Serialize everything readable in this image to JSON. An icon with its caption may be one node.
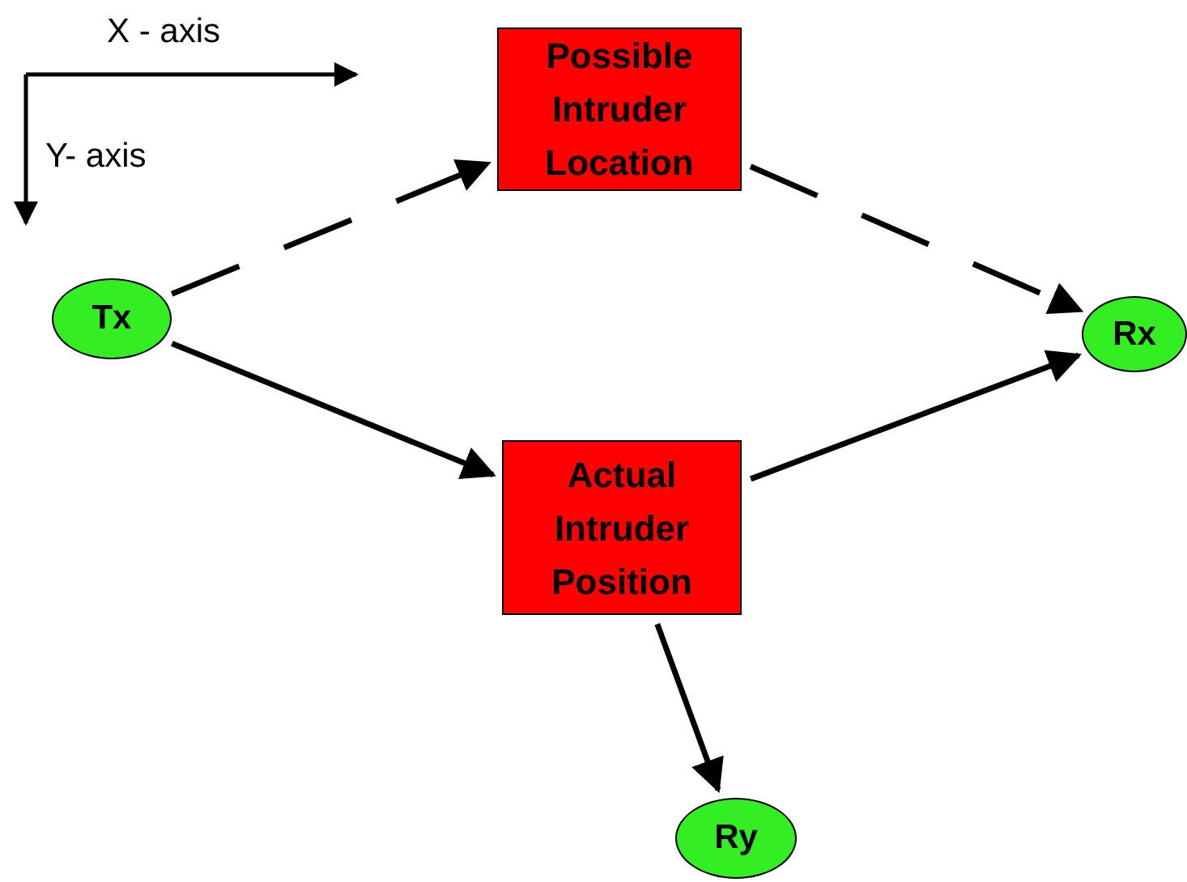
{
  "diagram": {
    "nodes": [
      {
        "text": [
          "Tx"
        ]
      },
      {
        "text": [
          "Possible Intruder Location"
        ]
      },
      {
        "text": [
          "Rx"
        ]
      },
      {
        "text": [
          "Actual Intruder Position"
        ]
      },
      {
        "text": [
          "Ry"
        ]
      }
    ],
    "edges": [
      {
        "from": 0,
        "to": 1,
        "arrow": "to",
        "style": "dashed"
      },
      {
        "from": 1,
        "to": 2,
        "arrow": "to",
        "style": "dashed"
      },
      {
        "from": 0,
        "to": 3,
        "arrow": "to"
      },
      {
        "from": 3,
        "to": 2,
        "arrow": "to"
      },
      {
        "from": 3,
        "to": 4,
        "arrow": "to"
      }
    ],
    "labels": [
      "X - axis",
      "Y- axis"
    ]
  }
}
